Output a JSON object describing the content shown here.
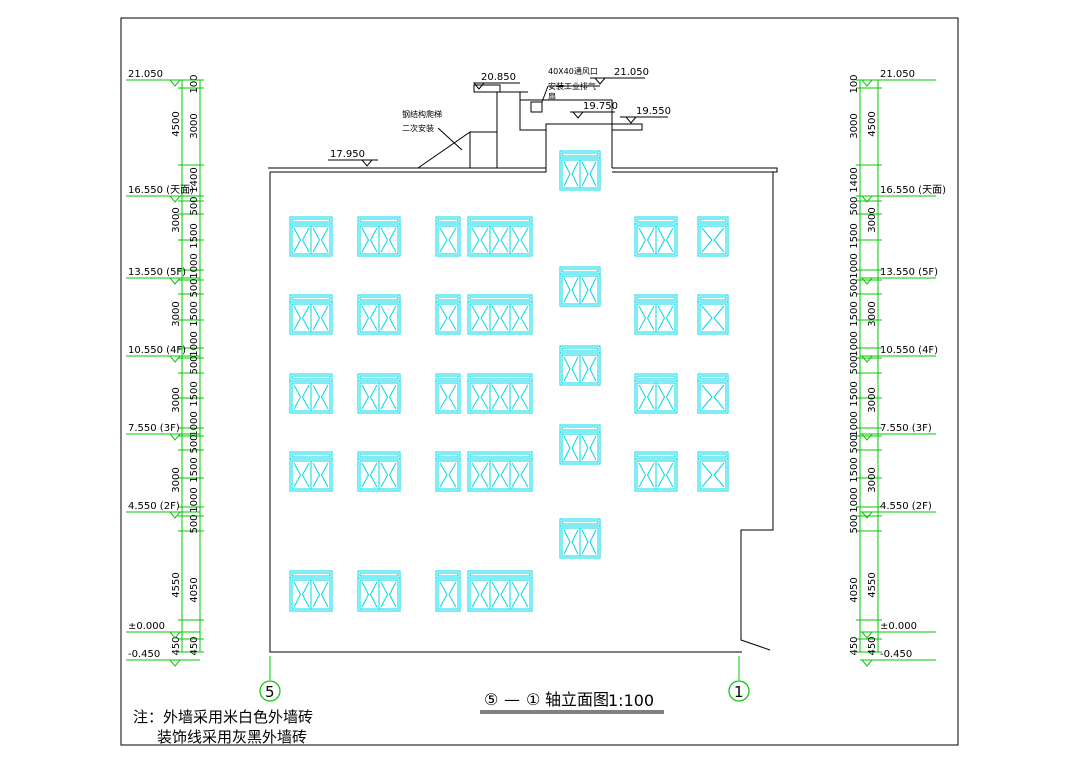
{
  "drawing": {
    "title_axis_left": "⑤",
    "title_axis_right": "①",
    "title_dash": "—",
    "title_text": "轴立面图",
    "scale": "1:100",
    "axis_left": "5",
    "axis_right": "1",
    "notes": [
      "注：外墙采用米白色外墙砖",
      "装饰线采用灰黑外墙砖"
    ]
  },
  "roof": {
    "parapet_level": "17.950",
    "stair_roof_level": "20.850",
    "top_level": "21.050",
    "tank_level_1": "19.750",
    "tank_level_2": "19.550",
    "vent_note": [
      "40X40通风口",
      "安装工业排气",
      "扇"
    ],
    "ladder_note": [
      "钢结构爬梯",
      "二次安装"
    ]
  },
  "levels_left": [
    {
      "value": "21.050",
      "y": 0
    },
    {
      "value": "16.550 (天面)",
      "y": 1
    },
    {
      "value": "13.550 (5F)",
      "y": 2
    },
    {
      "value": "10.550 (4F)",
      "y": 3
    },
    {
      "value": "7.550 (3F)",
      "y": 4
    },
    {
      "value": "4.550 (2F)",
      "y": 5
    },
    {
      "value": "±0.000",
      "y": 6
    },
    {
      "value": "-0.450",
      "y": 7
    }
  ],
  "dims_inner": [
    "100",
    "3000",
    "1400",
    "500",
    "1500",
    "1000",
    "500",
    "1500",
    "1000",
    "500",
    "1500",
    "1000",
    "500",
    "1500",
    "1000",
    "500",
    "4050",
    "450"
  ],
  "dims_outer": [
    "4500",
    "3000",
    "3000",
    "3000",
    "3000",
    "4550",
    "450"
  ]
}
